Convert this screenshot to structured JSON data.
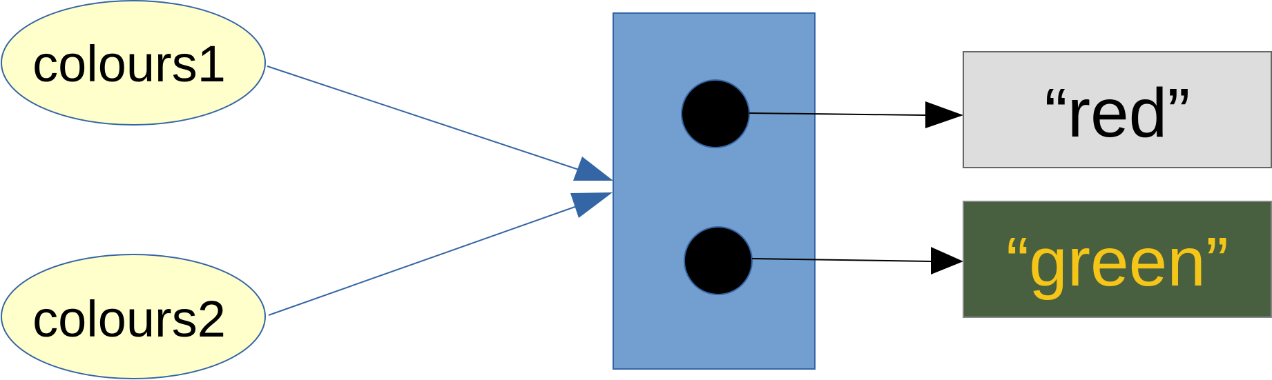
{
  "variables": [
    {
      "id": "colours1",
      "label": "colours1"
    },
    {
      "id": "colours2",
      "label": "colours2"
    }
  ],
  "list_object": {
    "slots": 2
  },
  "values": [
    {
      "id": "red",
      "label": "“red”"
    },
    {
      "id": "green",
      "label": "“green”"
    }
  ],
  "colors": {
    "variable_fill": "#ffffcc",
    "variable_stroke": "#3465a4",
    "list_fill": "#729fcf",
    "list_stroke": "#3465a4",
    "slot_fill": "#000000",
    "reference_arrow": "#3465a4",
    "element_arrow": "#000000",
    "red_box_fill": "#dddddd",
    "red_box_stroke": "#666666",
    "red_text": "#000000",
    "green_box_fill": "#486040",
    "green_box_stroke": "#888888",
    "green_text": "#f5c518"
  }
}
